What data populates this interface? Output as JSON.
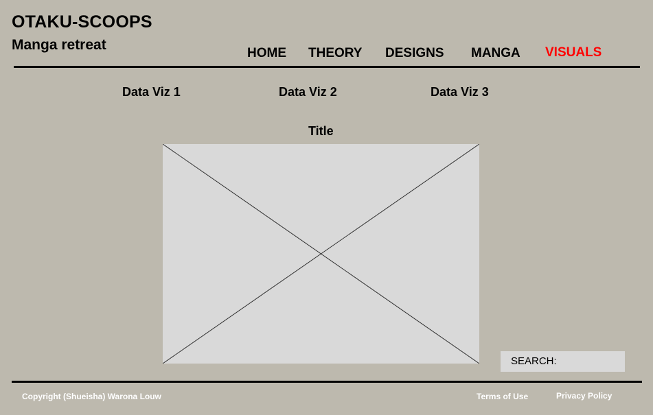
{
  "header": {
    "site_title": "OTAKU-SCOOPS",
    "subtitle": "Manga retreat"
  },
  "nav": {
    "items": [
      {
        "label": "HOME"
      },
      {
        "label": "THEORY"
      },
      {
        "label": "DESIGNS"
      },
      {
        "label": "MANGA"
      },
      {
        "label": "VISUALS",
        "active": true
      }
    ],
    "active_color": "#ff0000"
  },
  "tabs": [
    {
      "label": "Data Viz 1"
    },
    {
      "label": "Data Viz 2"
    },
    {
      "label": "Data Viz 3"
    }
  ],
  "main": {
    "viz_title": "Title",
    "placeholder_icon": "image-placeholder-cross"
  },
  "search": {
    "label": "SEARCH:"
  },
  "footer": {
    "copyright": "Copyright (Shueisha) Warona Louw",
    "terms": "Terms of Use",
    "privacy": "Privacy Policy"
  },
  "colors": {
    "background": "#bdb9ae",
    "placeholder": "#d9d9d9",
    "footer_text": "#ffffff",
    "rule": "#000000"
  }
}
